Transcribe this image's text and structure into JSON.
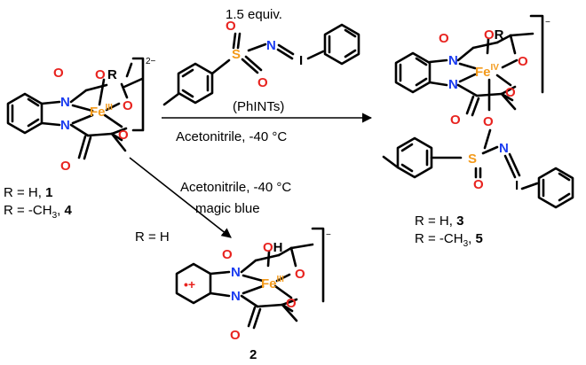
{
  "reagents": {
    "top_equiv": "1.5 equiv.",
    "top_name": "(PhINTs)",
    "top_conditions": "Acetonitrile, -40 °C",
    "diag_conditions": "Acetonitrile, -40 °C",
    "diag_oxidant": "magic blue",
    "diag_substituent": "R = H"
  },
  "labels": {
    "r_h": "R = H, ",
    "r_me": "R = -CH",
    "r_me_sub": "3",
    "comma": ", ",
    "c1": "1",
    "c2": "2",
    "c3": "3",
    "c4": "4",
    "c5": "5"
  },
  "atoms": {
    "O": "O",
    "N": "N",
    "S": "S",
    "I": "I",
    "R": "R",
    "OR": "OR",
    "OH": "OH",
    "Fe": "Fe",
    "ox3": "III",
    "ox4": "IV"
  },
  "charges": {
    "dianion": "2−",
    "anion": "−",
    "radical_cation": "•+"
  },
  "colors": {
    "oxygen": "#e8231f",
    "nitrogen": "#1b3cf0",
    "iron": "#f39a1b",
    "bond": "#000000"
  }
}
